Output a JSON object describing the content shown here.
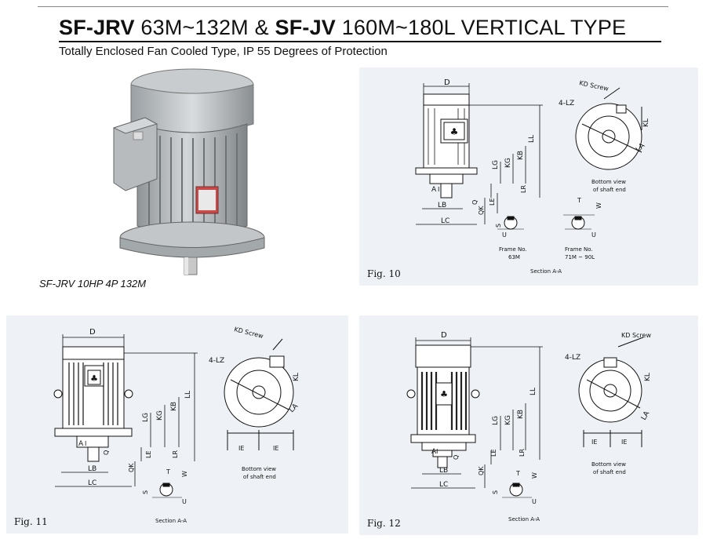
{
  "header": {
    "title_bold_1": "SF-JRV",
    "title_part_1": " 63M~132M & ",
    "title_bold_2": "SF-JV",
    "title_part_2": " 160M~180L VERTICAL TYPE",
    "subtitle": "Totally Enclosed Fan Cooled Type, IP 55 Degrees of Protection"
  },
  "photo": {
    "caption": "SF-JRV 10HP 4P 132M"
  },
  "fig10": {
    "label": "Fig. 10",
    "dims": {
      "D": "D",
      "LL": "LL",
      "KB": "KB",
      "KG": "KG",
      "LG": "LG",
      "LR": "LR",
      "KL": "KL",
      "LZ": "4-LZ",
      "KD": "KD Screw",
      "LA": "LA",
      "A": "A",
      "I": "I",
      "LB": "LB",
      "LC": "LC",
      "QK": "QK",
      "Q": "Q",
      "LE": "LE",
      "T": "T",
      "W": "W",
      "S": "S",
      "U": "U"
    },
    "bottom_view": "Bottom view",
    "of_shaft": "of shaft end",
    "frame_a": "Frame No.",
    "frame_a2": "63M",
    "frame_b": "Frame No.",
    "frame_b2": "71M ~ 90L",
    "section": "Section A-A"
  },
  "fig11": {
    "label": "Fig. 11",
    "dims": {
      "D": "D",
      "LL": "LL",
      "KB": "KB",
      "KG": "KG",
      "LG": "LG",
      "LR": "LR",
      "KL": "KL",
      "LZ": "4-LZ",
      "KD": "KD Screw",
      "LA": "LA",
      "IE": "IE",
      "A": "A",
      "I": "I",
      "LB": "LB",
      "LC": "LC",
      "QK": "QK",
      "Q": "Q",
      "LE": "LE",
      "T": "T",
      "W": "W",
      "S": "S",
      "U": "U"
    },
    "bottom_view": "Bottom view",
    "of_shaft": "of shaft end",
    "section": "Section A-A"
  },
  "fig12": {
    "label": "Fig. 12",
    "dims": {
      "D": "D",
      "LL": "LL",
      "KB": "KB",
      "KG": "KG",
      "LG": "LG",
      "LR": "LR",
      "KL": "KL",
      "LZ": "4-LZ",
      "KD": "KD Screw",
      "LA": "LA",
      "IE": "IE",
      "A": "A",
      "I": "I",
      "LB": "LB",
      "LC": "LC",
      "QK": "QK",
      "Q": "Q",
      "LE": "LE",
      "T": "T",
      "W": "W",
      "S": "S",
      "U": "U"
    },
    "bottom_view": "Bottom view",
    "of_shaft": "of shaft end",
    "section": "Section A-A"
  },
  "colors": {
    "panel_bg": "#eef2f6",
    "motor_gray": "#b9bdc0",
    "line": "#111111"
  }
}
